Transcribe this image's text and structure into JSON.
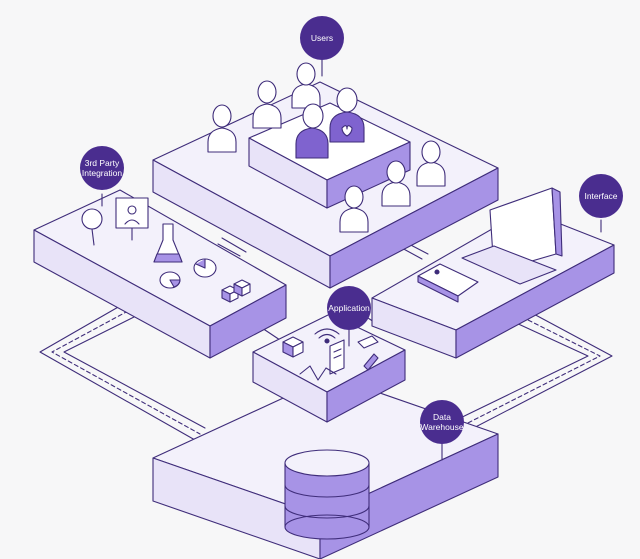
{
  "labels": {
    "users": "Users",
    "third_party": "3rd Party\nIntegration",
    "interface": "Interface",
    "application": "Application",
    "data_warehouse": "Data\nWarehouse"
  },
  "colors": {
    "background": "#f7f7f8",
    "outline": "#3f2d7a",
    "top_face": "#f3f1fb",
    "side_face": "#e8e3f8",
    "front_face": "#a793e6",
    "accent": "#4a2d8f"
  }
}
